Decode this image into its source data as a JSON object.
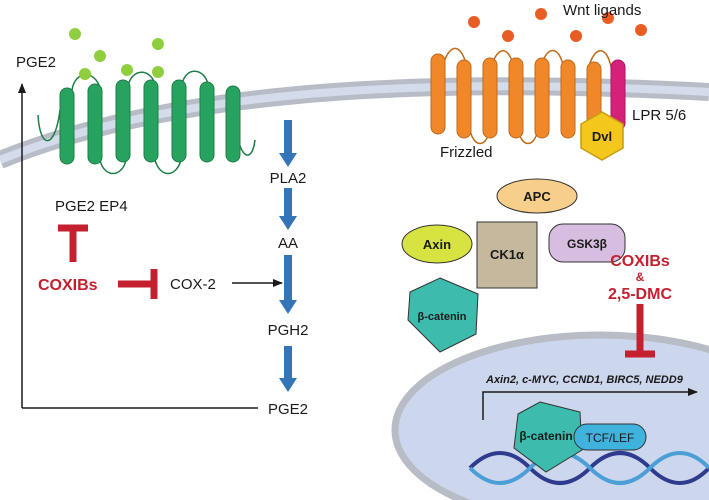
{
  "labels": {
    "pge2_top": "PGE2",
    "wnt_ligands": "Wnt ligands",
    "lpr": "LPR 5/6",
    "dvl": "Dvl",
    "frizzled": "Frizzled",
    "pla2": "PLA2",
    "pge2_ep4": "PGE2 EP4",
    "apc": "APC",
    "axin": "Axin",
    "ck1a": "CK1α",
    "gsk3b": "GSK3β",
    "coxibs_left": "COXIBs",
    "cox2": "COX-2",
    "aa": "AA",
    "coxibs_right": "COXIBs",
    "ampersand": "&",
    "dmc": "2,5-DMC",
    "beta_catenin_cyto": "β-catenin",
    "pgh2": "PGH2",
    "target_genes": "Axin2, c-MYC, CCND1, BIRC5, NEDD9",
    "pge2_bottom": "PGE2",
    "beta_catenin_nuc": "β-catenin",
    "tcf_lef": "TCF/LEF"
  },
  "colors": {
    "membrane_outer": "#b8bcc6",
    "membrane_inner": "#d4dbeb",
    "ep4_receptor": "#27a35f",
    "pge2_dot": "#8fcf3f",
    "frizzled": "#f0882a",
    "wnt_dot": "#e95d25",
    "lpr": "#d6217b",
    "dvl": "#f3c71c",
    "arrow_blue": "#3475b7",
    "inhibit_red": "#c4202f",
    "apc": "#f8cf8a",
    "axin": "#d7e340",
    "ck1a": "#c6b89c",
    "gsk3b": "#d7bde0",
    "beta_catenin": "#3dbcae",
    "nucleus": "#ccd6ec",
    "tcf_lef": "#3fb2de",
    "dna_dark": "#2e3b8f",
    "dna_light": "#4b9fd6"
  }
}
